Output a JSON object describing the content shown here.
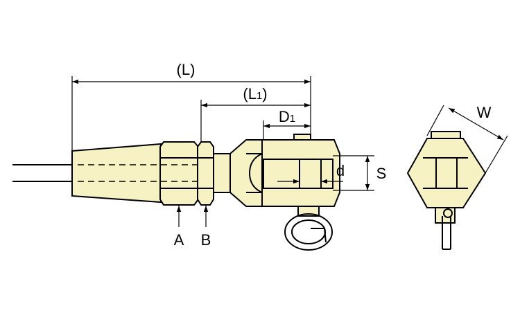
{
  "diagram": {
    "fill_color": "#f7f2c4",
    "line_color": "#000000",
    "labels": {
      "L": "(L)",
      "L1_open": "(L",
      "L1_sub": "1",
      "L1_close": ")",
      "D1_main": "D",
      "D1_sub": "1",
      "d": "d",
      "S": "S",
      "A": "A",
      "B": "B",
      "W": "W"
    }
  }
}
